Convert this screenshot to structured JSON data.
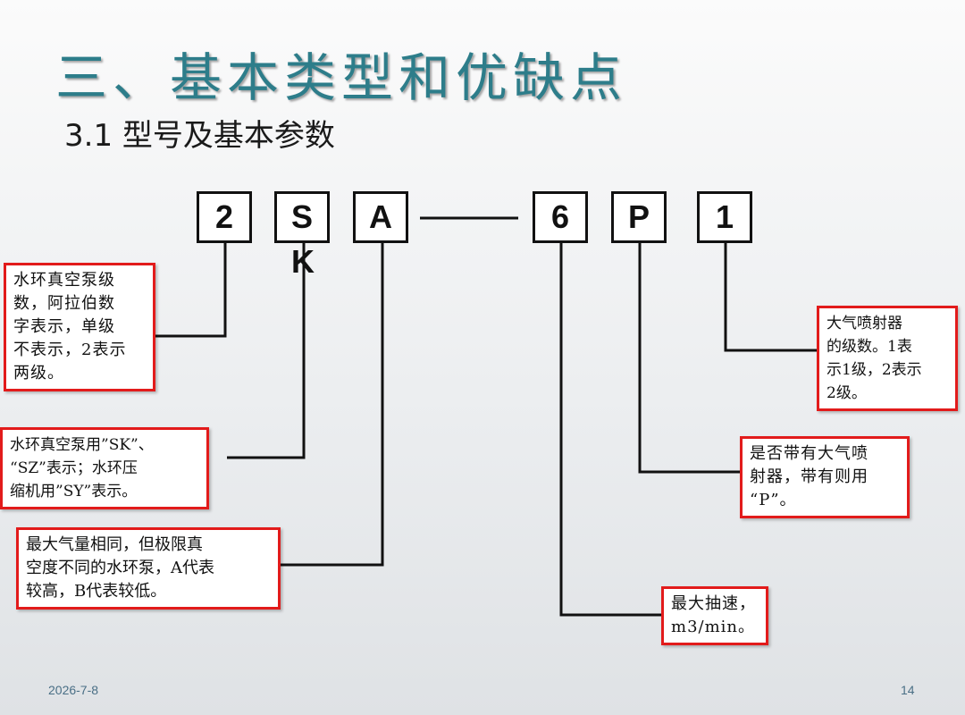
{
  "title": "三、基本类型和优缺点",
  "subtitle": "3.1 型号及基本参数",
  "code": {
    "boxes": [
      "2",
      "S",
      "A",
      "6",
      "P",
      "1"
    ],
    "alt_letter": "K"
  },
  "notes": {
    "stages": [
      "水环真空泵级",
      "数，阿拉伯数",
      "字表示，单级",
      "不表示，2表示",
      "两级。"
    ],
    "series": [
      "水环真空泵用”SK”、",
      "“SZ”表示；水环压",
      "缩机用”SY”表示。"
    ],
    "variant": [
      " 最大气量相同，但极限真",
      "空度不同的水环泵，A代表",
      "较高，B代表较低。"
    ],
    "speed": [
      "最大抽速，",
      "m3/min。"
    ],
    "ejector": [
      "是否带有大气喷",
      "射器，带有则用",
      "“P”。"
    ],
    "ejector_stages": [
      " 大气喷射器",
      "的级数。1表",
      "示1级，2表示",
      "2级。"
    ]
  },
  "footer": {
    "date": "2026-7-8",
    "page": "14"
  },
  "colors": {
    "title": "#2d7d8a",
    "note_border": "#e21b1b",
    "line": "#111111"
  }
}
